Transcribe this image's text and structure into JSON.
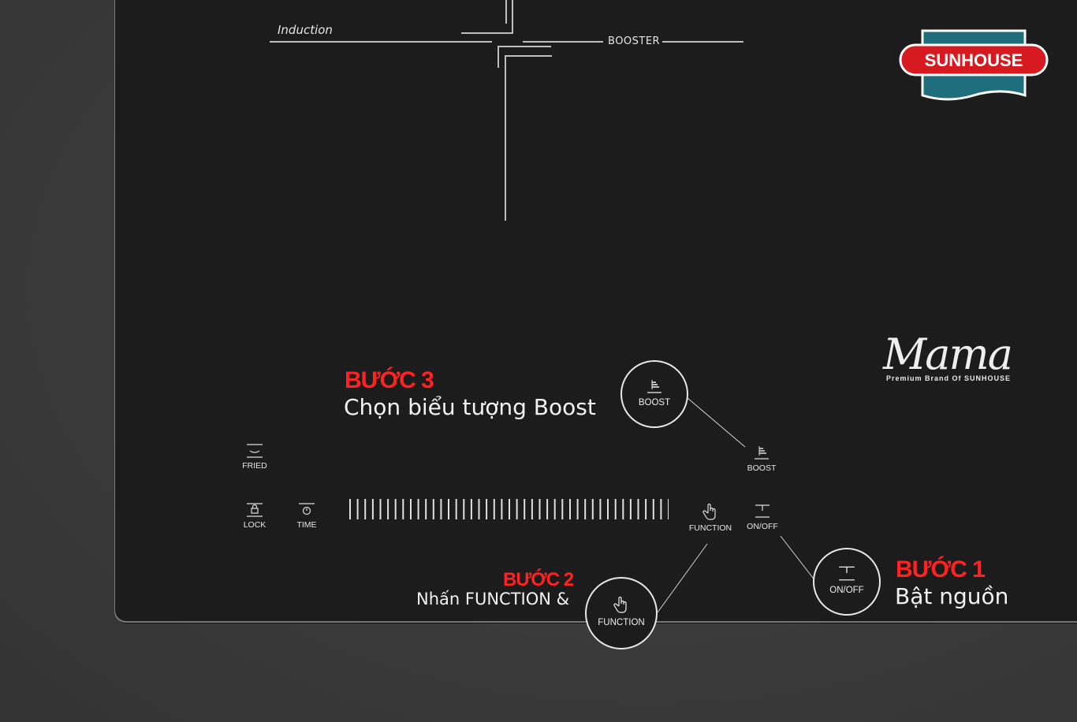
{
  "panel": {
    "zones": {
      "induction_label": "Induction",
      "booster_label": "BOOSTER"
    },
    "brand": {
      "logo_text": "SUNHOUSE",
      "series_name": "Mama",
      "series_tagline": "Premium Brand Of SUNHOUSE"
    },
    "controls": {
      "fried": "FRIED",
      "lock": "LOCK",
      "time": "TIME",
      "function": "FUNCTION",
      "boost": "BOOST",
      "onoff": "ON/OFF"
    },
    "slider": {
      "segments": 43
    }
  },
  "callouts": {
    "step1": {
      "title": "BƯỚC 1",
      "text": "Bật nguồn",
      "icon_label": "ON/OFF"
    },
    "step2": {
      "title": "BƯỚC 2",
      "text": "Nhấn FUNCTION &",
      "icon_label": "FUNCTION"
    },
    "step3": {
      "title": "BƯỚC 3",
      "text": "Chọn biểu tượng Boost",
      "icon_label": "BOOST"
    }
  },
  "colors": {
    "accent_red": "#ff2222",
    "panel": "#1c1c1c",
    "logo_teal": "#1e6e7c",
    "logo_red": "#d71920"
  },
  "icons": {
    "fried": "pan-icon",
    "lock": "lock-icon",
    "time": "timer-icon",
    "function": "hand-pointer-icon",
    "boost": "boost-bars-icon",
    "onoff": "power-icon"
  }
}
